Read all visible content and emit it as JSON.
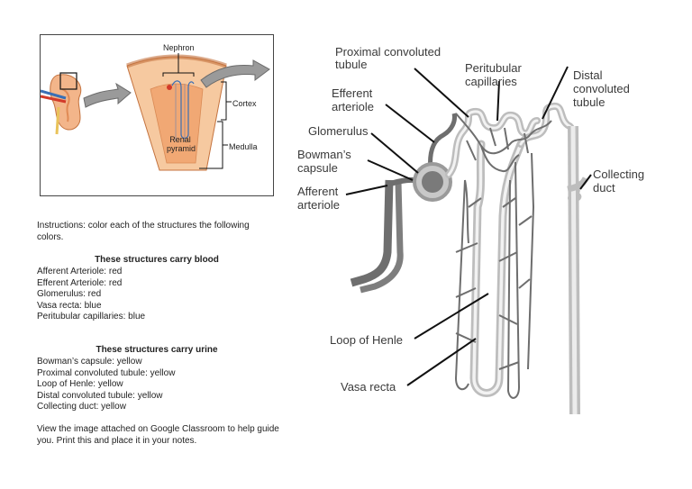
{
  "inset": {
    "nephron": "Nephron",
    "cortex": "Cortex",
    "medulla": "Medulla",
    "renal_pyramid_line1": "Renal",
    "renal_pyramid_line2": "pyramid"
  },
  "worksheet": {
    "instructions": "Instructions: color each of the structures the following colors.",
    "blood_heading": "These structures carry blood",
    "blood_items": [
      "Afferent Arteriole: red",
      "Efferent Arteriole: red",
      "Glomerulus: red",
      "Vasa recta: blue",
      "Peritubular capillaries: blue"
    ],
    "urine_heading": "These structures carry urine",
    "urine_items": [
      "Bowman’s capsule: yellow",
      "Proximal convoluted tubule: yellow",
      "Loop of Henle: yellow",
      "Distal convoluted tubule: yellow",
      "Collecting duct: yellow"
    ],
    "footer": "View the image attached on Google Classroom to help guide you. Print this and place it in your notes."
  },
  "labels": {
    "proximal_1": "Proximal convoluted",
    "proximal_2": "tubule",
    "efferent_1": "Efferent",
    "efferent_2": "arteriole",
    "peritubular_1": "Peritubular",
    "peritubular_2": "capillaries",
    "distal_1": "Distal",
    "distal_2": "convoluted",
    "distal_3": "tubule",
    "glomerulus": "Glomerulus",
    "bowman_1": "Bowman’s",
    "bowman_2": "capsule",
    "afferent_1": "Afferent",
    "afferent_2": "arteriole",
    "collecting_1": "Collecting",
    "collecting_2": "duct",
    "loop_henle": "Loop of Henle",
    "vasa_recta": "Vasa recta"
  },
  "colors": {
    "kidney_tissue": "#f6c9a0",
    "pyramid": "#f1a874",
    "vessel_red": "#d23a2a",
    "vessel_blue": "#3a6fb5",
    "tubule_gray": "#bdbdbd",
    "vessel_gray": "#6e6e6e"
  }
}
